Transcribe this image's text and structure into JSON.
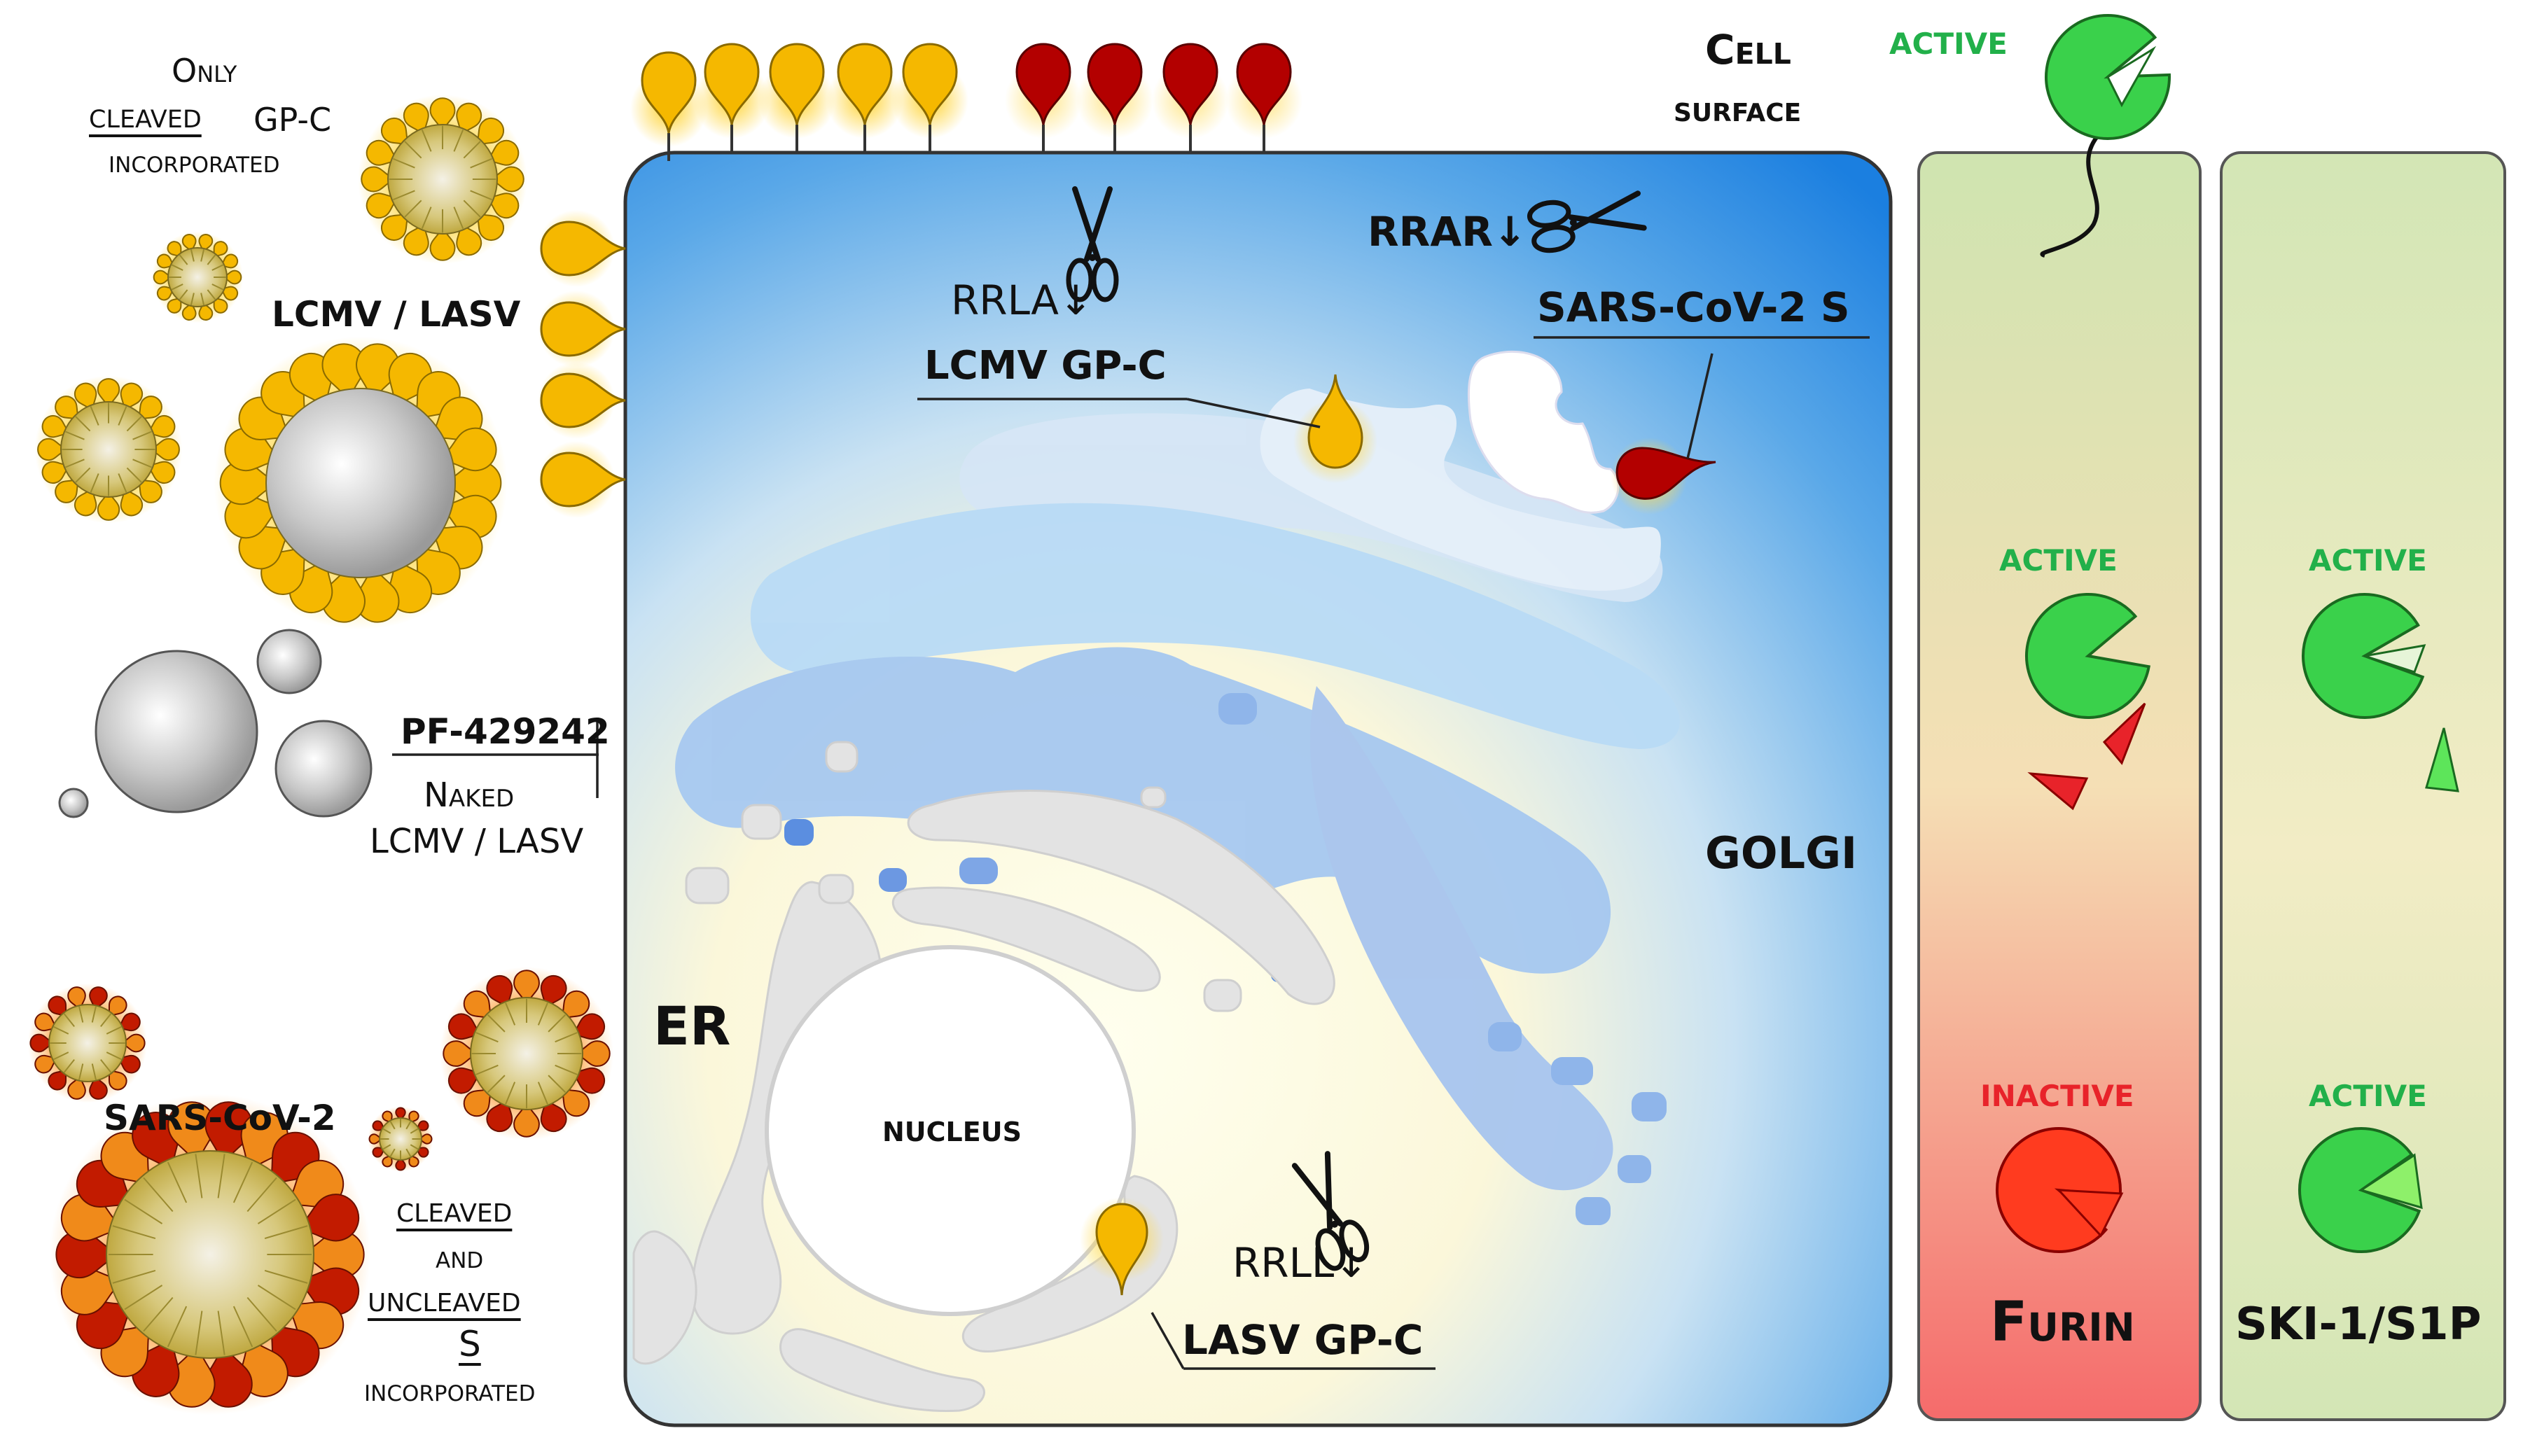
{
  "left": {
    "only_text": "Only",
    "cleaved_text": "cleaved",
    "gpc_text": "GP-C",
    "incorporated_text": "incorporated",
    "lcmv_lasv_label": "LCMV / LASV",
    "inhibitor_label": "PF-429242",
    "naked_text": "Naked",
    "naked_lcmv_lasv_text": "LCMV / LASV",
    "sars_label": "SARS-CoV-2",
    "cleaved2_text": "cleaved",
    "and_text": "and",
    "uncleaved_text": "uncleaved",
    "s_text": "S",
    "incorporated2_text": "incorporated"
  },
  "cell": {
    "surface_line1": "Cell",
    "surface_line2": "surface",
    "golgi_label": "GOLGI",
    "er_label": "ER",
    "nucleus_label": "NUCLEUS",
    "lcmv_site": "RRLA↓",
    "lcmv_gpc_label": "LCMV GP-C",
    "sars_site": "RRAR↓",
    "sars_s_label": "SARS-CoV-2 S",
    "lasv_site": "RRLL↓",
    "lasv_gpc_label": "LASV GP-C"
  },
  "furin": {
    "state_surface": "ACTIVE",
    "state_golgi": "ACTIVE",
    "state_er": "INACTIVE",
    "name": "Furin"
  },
  "ski": {
    "state_golgi": "ACTIVE",
    "state_er": "ACTIVE",
    "name": "SKI-1/S1P"
  },
  "colors": {
    "active_green": "#22b04a",
    "inactive_red": "#e8232a",
    "glyco_yellow": "#f5b800",
    "spike_red": "#b30000",
    "golgi_blue": "#1a7fe0"
  }
}
